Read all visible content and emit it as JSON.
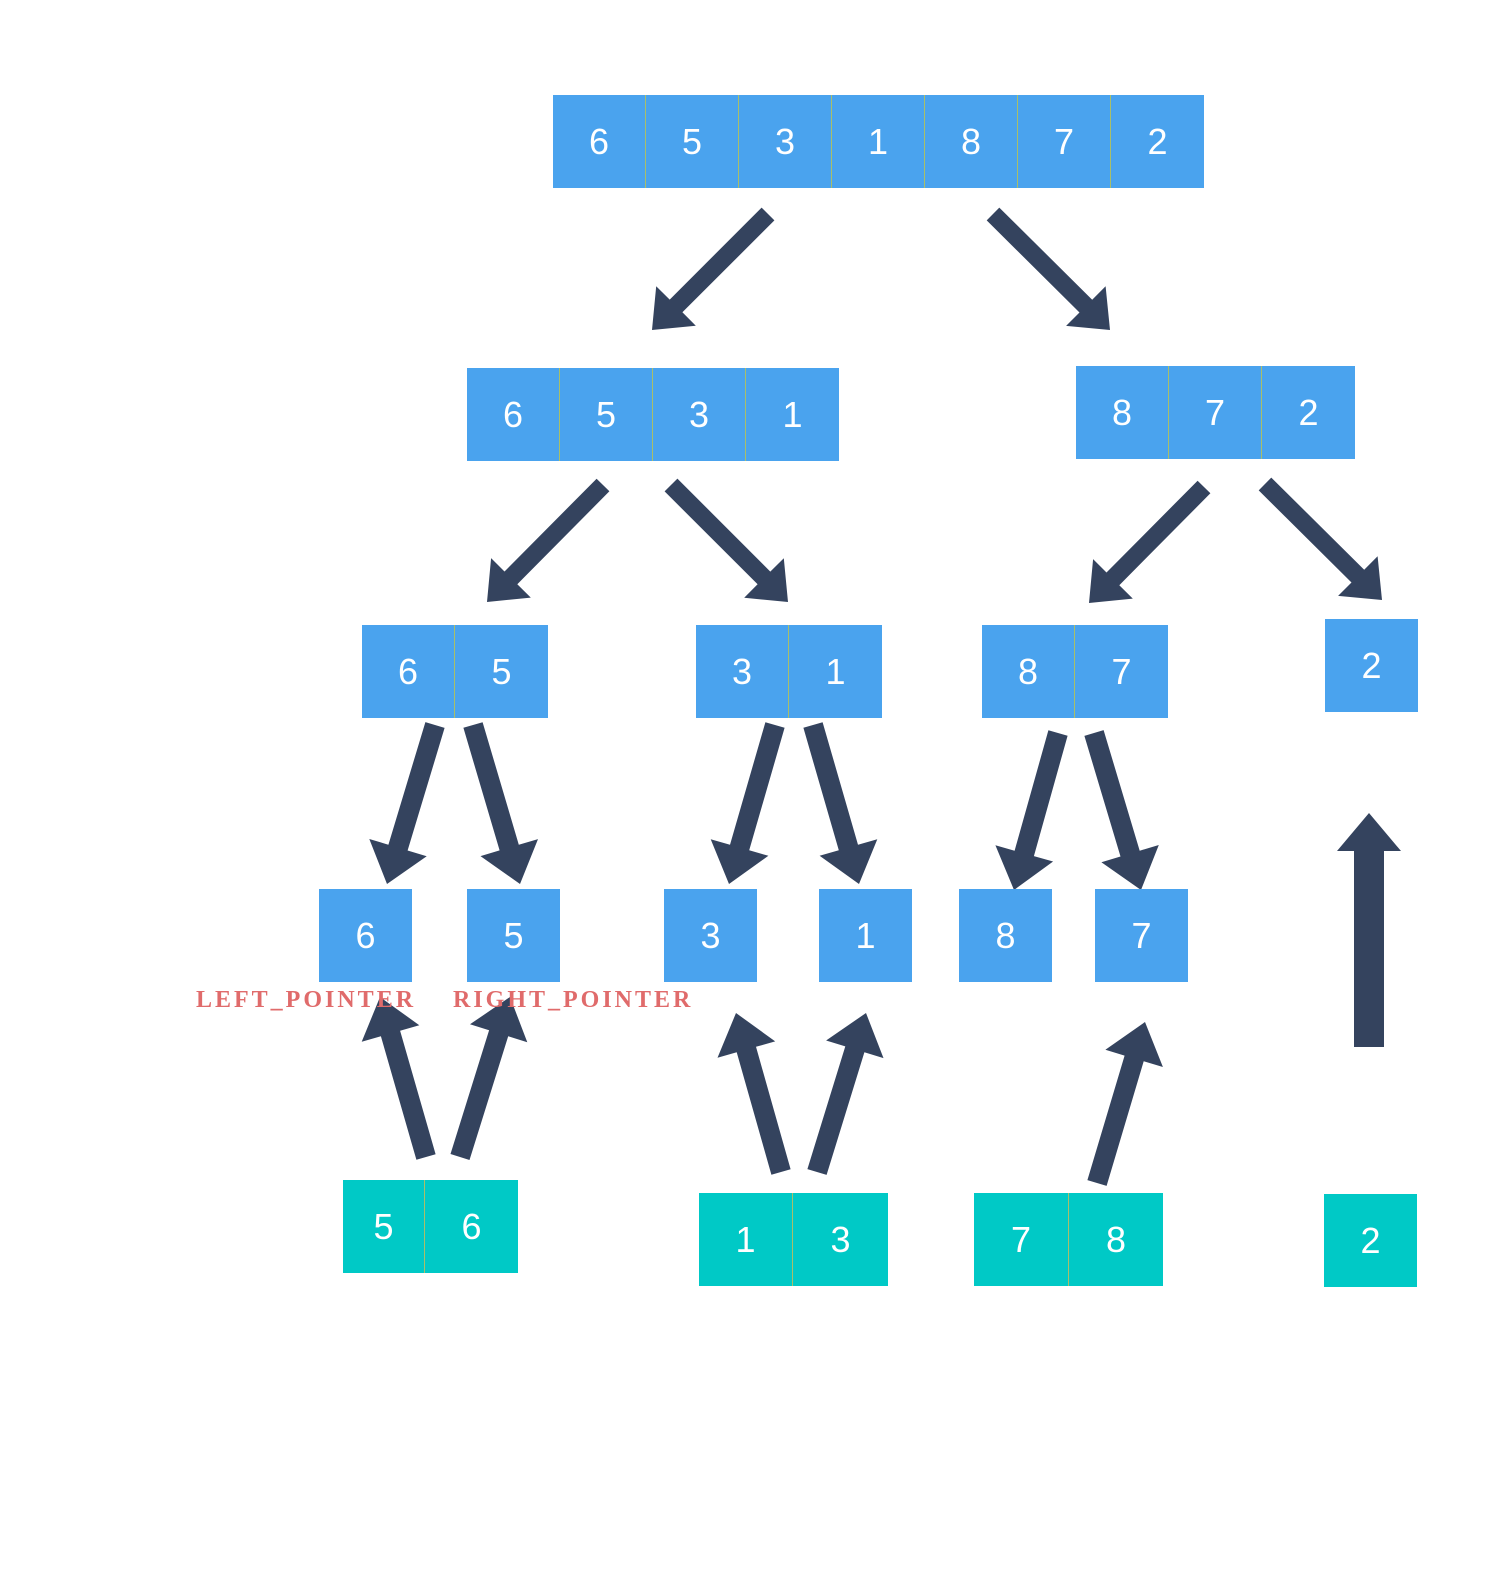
{
  "accent": {
    "split_color": "#4aa3ee",
    "merged_color": "#00c9c6",
    "arrow_color": "#34435e",
    "label_color": "#e06b6b"
  },
  "split": {
    "level0": {
      "values": [
        "6",
        "5",
        "3",
        "1",
        "8",
        "7",
        "2"
      ]
    },
    "level1": [
      {
        "values": [
          "6",
          "5",
          "3",
          "1"
        ]
      },
      {
        "values": [
          "8",
          "7",
          "2"
        ]
      }
    ],
    "level2": [
      {
        "values": [
          "6",
          "5"
        ]
      },
      {
        "values": [
          "3",
          "1"
        ]
      },
      {
        "values": [
          "8",
          "7"
        ]
      },
      {
        "values": [
          "2"
        ]
      }
    ],
    "level3": [
      {
        "values": [
          "6"
        ]
      },
      {
        "values": [
          "5"
        ]
      },
      {
        "values": [
          "3"
        ]
      },
      {
        "values": [
          "1"
        ]
      },
      {
        "values": [
          "8"
        ]
      },
      {
        "values": [
          "7"
        ]
      }
    ]
  },
  "merged": [
    {
      "values": [
        "5",
        "6"
      ]
    },
    {
      "values": [
        "1",
        "3"
      ]
    },
    {
      "values": [
        "7",
        "8"
      ]
    },
    {
      "values": [
        "2"
      ]
    }
  ],
  "labels": {
    "left_pointer": "LEFT_POINTER",
    "right_pointer": "RIGHT_POINTER"
  }
}
